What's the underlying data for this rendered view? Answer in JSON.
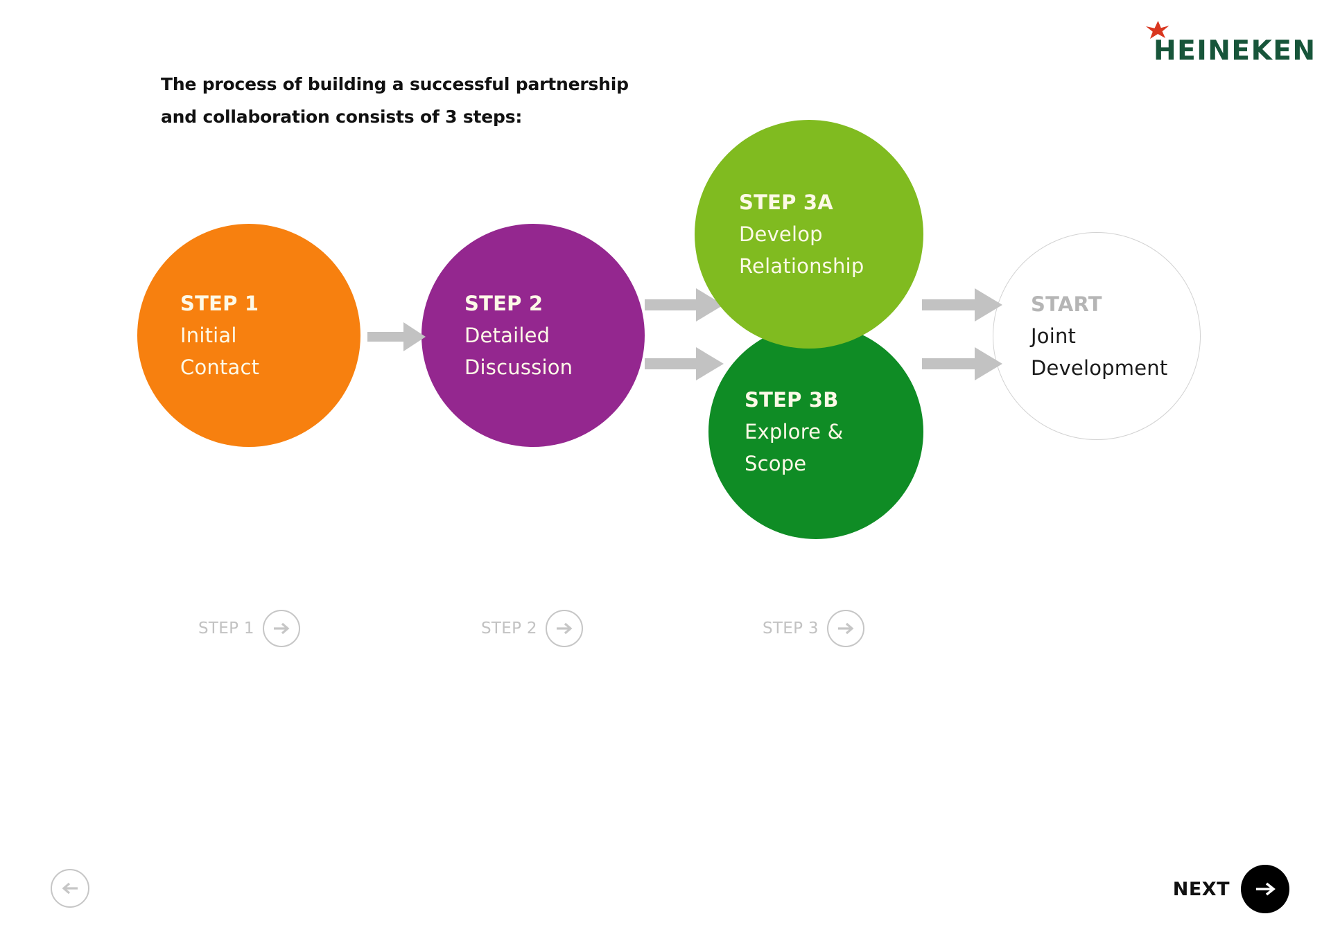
{
  "brand": {
    "name": "HEINEKEN",
    "star_icon": "star-icon",
    "wordmark_color": "#17553a",
    "star_color": "#d9361f"
  },
  "heading": {
    "line1": "The process of building a successful partnership",
    "line2": "and collaboration consists of 3 steps:"
  },
  "diagram": {
    "nodes": [
      {
        "id": "step1",
        "title": "STEP 1",
        "sub_line1": "Initial",
        "sub_line2": "Contact",
        "color": "#f7800f"
      },
      {
        "id": "step2",
        "title": "STEP 2",
        "sub_line1": "Detailed",
        "sub_line2": "Discussion",
        "color": "#94278f"
      },
      {
        "id": "step3a",
        "title": "STEP 3A",
        "sub_line1": "Develop",
        "sub_line2": "Relationship",
        "color": "#80bb20"
      },
      {
        "id": "step3b",
        "title": "STEP 3B",
        "sub_line1": "Explore &",
        "sub_line2": "Scope",
        "color": "#0f8c25"
      },
      {
        "id": "start",
        "title": "START",
        "sub_line1": "Joint",
        "sub_line2": "Development",
        "color": "#ffffff"
      }
    ],
    "arrow_color": "#c2c2c2",
    "arrows": [
      {
        "name": "arrow-step1-to-step2"
      },
      {
        "name": "arrow-step2-to-step3a"
      },
      {
        "name": "arrow-step2-to-step3b"
      },
      {
        "name": "arrow-step3a-to-start"
      },
      {
        "name": "arrow-step3b-to-start"
      }
    ]
  },
  "step_nav": [
    {
      "label": "STEP 1",
      "icon": "arrow-right-icon"
    },
    {
      "label": "STEP 2",
      "icon": "arrow-right-icon"
    },
    {
      "label": "STEP 3",
      "icon": "arrow-right-icon"
    }
  ],
  "footer": {
    "back_icon": "arrow-left-icon",
    "next_label": "NEXT",
    "next_icon": "arrow-right-icon"
  }
}
